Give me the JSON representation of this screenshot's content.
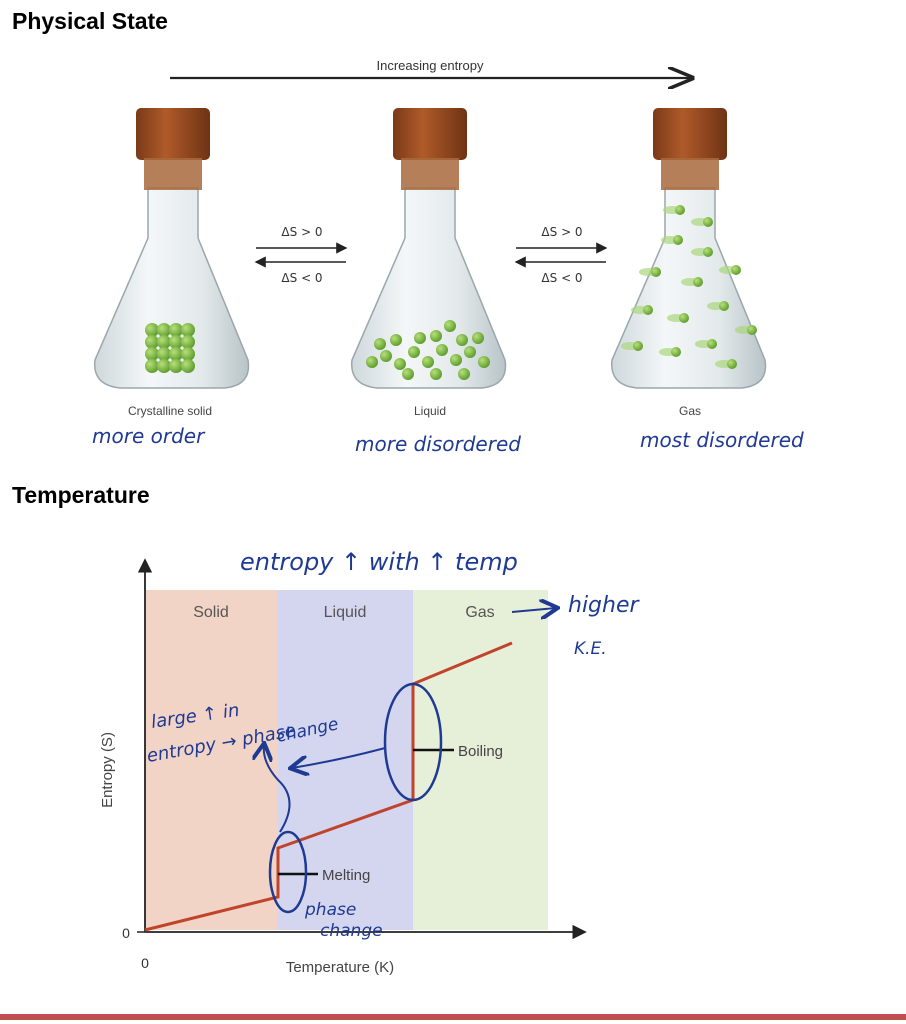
{
  "sections": {
    "physical_state_heading": "Physical State",
    "temperature_heading": "Temperature"
  },
  "physical_state": {
    "entropy_arrow_label": "Increasing entropy",
    "transition_forward": "ΔS > 0",
    "transition_reverse": "ΔS < 0",
    "flasks": [
      {
        "label": "Crystalline solid",
        "note": "more order"
      },
      {
        "label": "Liquid",
        "note": "more disordered"
      },
      {
        "label": "Gas",
        "note": "most disordered"
      }
    ]
  },
  "temperature_graph": {
    "ylabel": "Entropy (S)",
    "xlabel": "Temperature (K)",
    "x_zero": "0",
    "y_zero": "0",
    "regions": [
      {
        "name": "Solid",
        "color": "#f2d4c6"
      },
      {
        "name": "Liquid",
        "color": "#d3d6ee"
      },
      {
        "name": "Gas",
        "color": "#e6efd8"
      }
    ],
    "line_color": "#c0432b",
    "transitions": [
      "Melting",
      "Boiling"
    ]
  },
  "annotations": {
    "top_note": "entropy ↑ with ↑ temp",
    "gas_note_1": "higher",
    "gas_note_2": "K.E.",
    "phase_note_1": "large ↑ in",
    "phase_note_2": "entropy → phase",
    "phase_note_3": "change",
    "melting_note_1": "phase",
    "melting_note_2": "change"
  },
  "colors": {
    "ink": "#1f3a93",
    "accent_bar": "#c0504d",
    "cork": "#a0522d",
    "molecule": "#7cb342"
  }
}
